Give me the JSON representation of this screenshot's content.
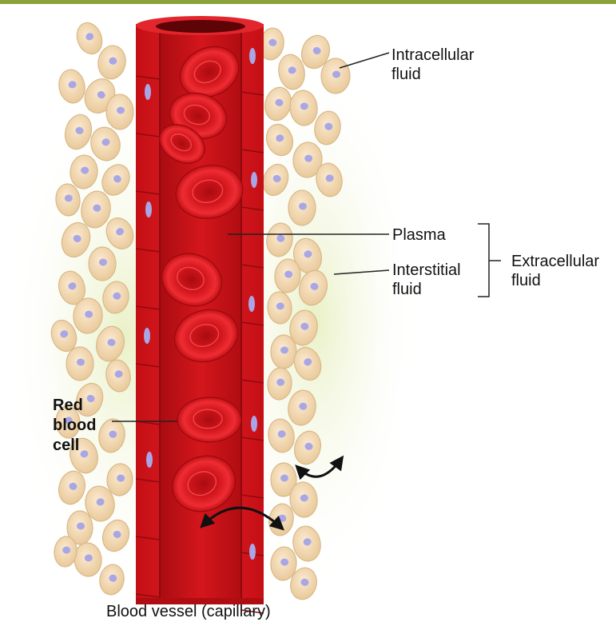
{
  "colors": {
    "top_rule": "#8aa33a",
    "vessel_red": "#d9161c",
    "vessel_dark": "#a50d12",
    "vessel_light": "#f0464a",
    "rbc": "#e0191f",
    "rbc_center": "#b80f14",
    "tissue_cell": "#f4dcb2",
    "tissue_cell_edge": "#d8b989",
    "nucleus": "#a9a6e6",
    "fluid_glow": "#e6efc2",
    "label_text": "#111111",
    "leader_line": "#222222"
  },
  "labels": {
    "intracellular_fluid": "Intracellular\nfluid",
    "plasma": "Plasma",
    "interstitial_fluid": "Interstitial\nfluid",
    "extracellular_fluid": "Extracellular\nfluid",
    "red_blood_cell": "Red\nblood\ncell",
    "blood_vessel": "Blood vessel (capillary)"
  },
  "icons": {
    "exchange_arrow_small": "double-headed-curved-arrow",
    "exchange_arrow_large": "double-headed-curved-arrow"
  }
}
